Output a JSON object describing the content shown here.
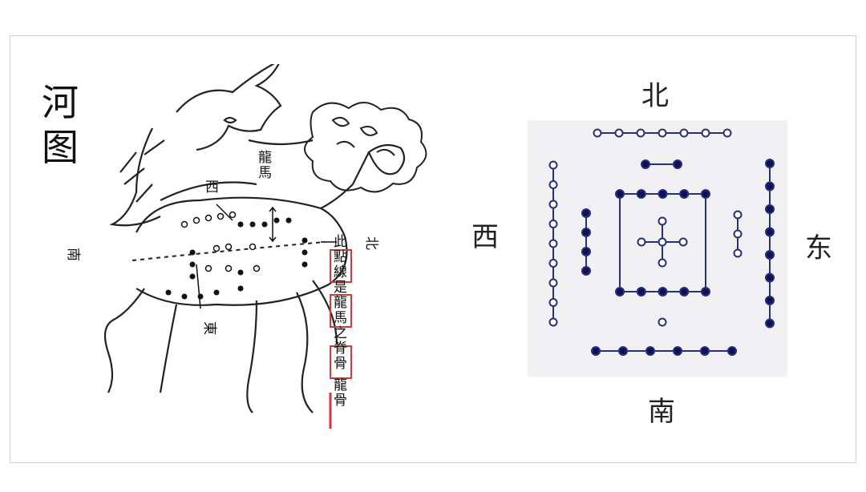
{
  "title": "河图",
  "illustration": {
    "labels": {
      "south": "南",
      "west": "西",
      "east": "東",
      "north": "北",
      "horse_name": "龍馬",
      "note_chars": [
        "此",
        "點",
        "線",
        "是",
        "龍",
        "馬",
        "之",
        "脊",
        "骨",
        "龍",
        "骨"
      ]
    }
  },
  "diagram": {
    "directions": {
      "north": "北",
      "south": "南",
      "west": "西",
      "east": "东"
    },
    "colors": {
      "line": "#2a2f7a",
      "fill": "#0d1254",
      "board": "#f1f1f3"
    }
  }
}
